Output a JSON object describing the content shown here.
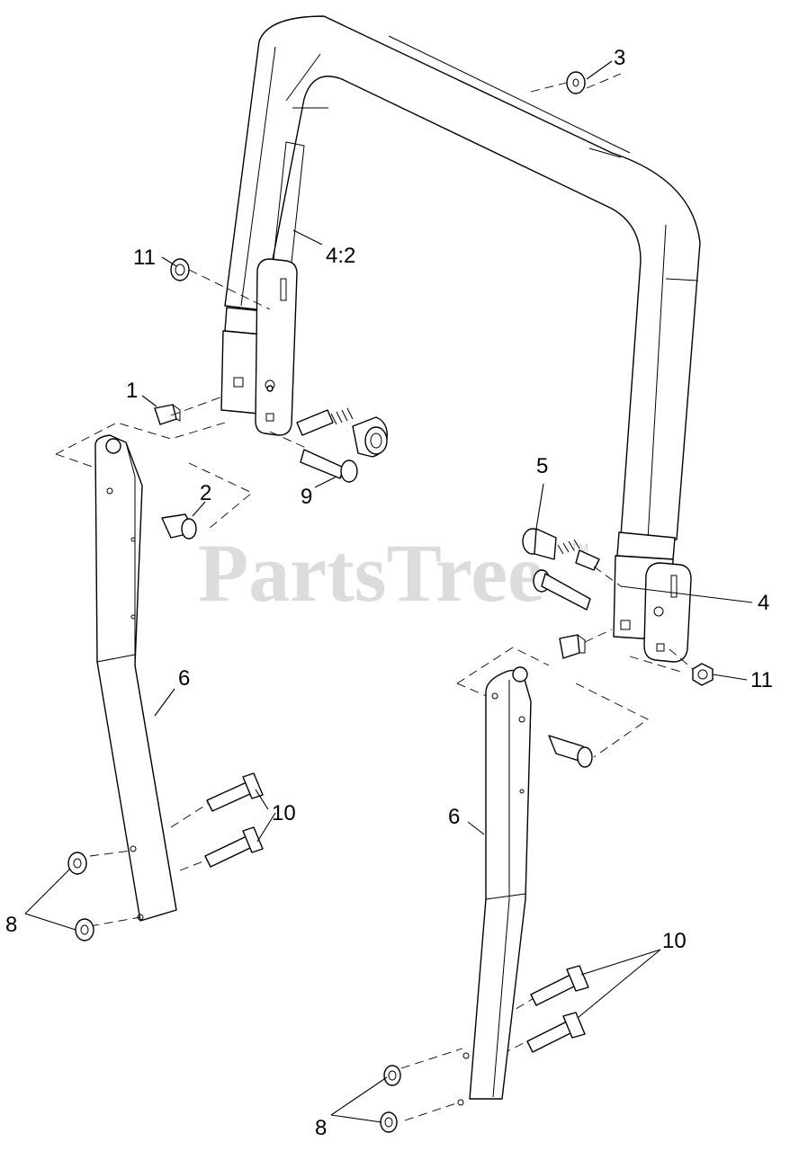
{
  "watermark": {
    "text": "PartsTree",
    "mark": "TM"
  },
  "callouts": {
    "c1": "1",
    "c2": "2",
    "c3": "3",
    "c4_2": "4:2",
    "c4": "4",
    "c5": "5",
    "c6_left": "6",
    "c6_right": "6",
    "c8_left": "8",
    "c8_right": "8",
    "c9": "9",
    "c10_left": "10",
    "c10_right": "10",
    "c11_left": "11",
    "c11_right": "11"
  }
}
